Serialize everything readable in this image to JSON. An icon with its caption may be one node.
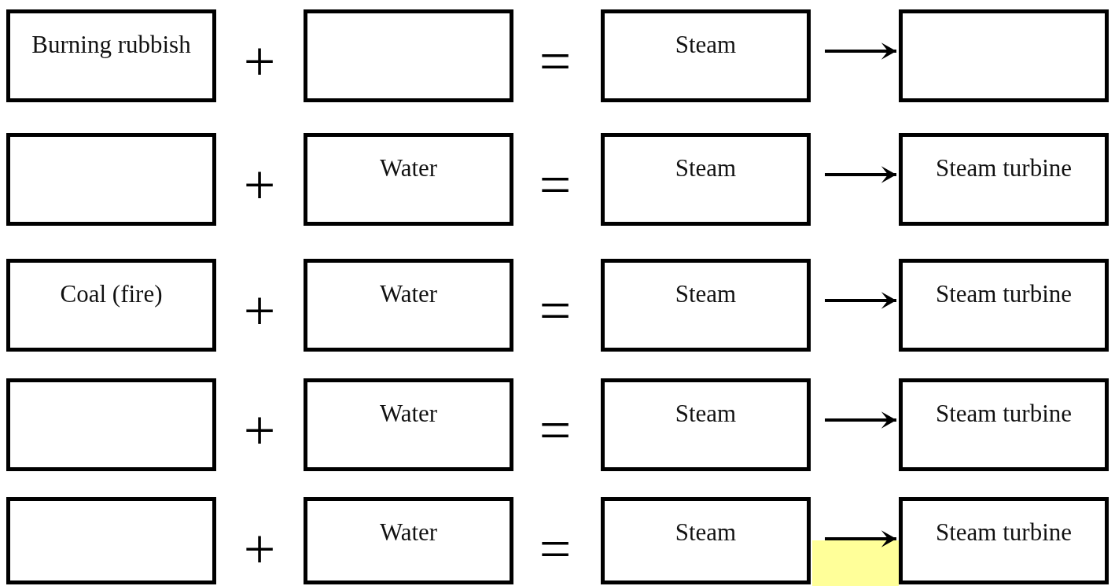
{
  "diagram": {
    "nodes": [
      {
        "text": [
          "Burning rubbish"
        ]
      },
      {
        "text": [],
        "shape": "box"
      },
      {
        "text": [
          "Steam"
        ]
      },
      {
        "text": [],
        "shape": "box"
      },
      {
        "text": [],
        "shape": "box"
      },
      {
        "text": [
          "Water"
        ]
      },
      {
        "text": [
          "Steam"
        ]
      },
      {
        "text": [
          "Steam turbine"
        ]
      },
      {
        "text": [
          "Coal (fire)"
        ]
      },
      {
        "text": [
          "Water"
        ]
      },
      {
        "text": [
          "Steam"
        ]
      },
      {
        "text": [
          "Steam turbine"
        ]
      },
      {
        "text": [],
        "shape": "box"
      },
      {
        "text": [
          "Water"
        ]
      },
      {
        "text": [
          "Steam"
        ]
      },
      {
        "text": [
          "Steam turbine"
        ]
      },
      {
        "text": [],
        "shape": "box"
      },
      {
        "text": [
          "Water"
        ]
      },
      {
        "text": [
          "Steam"
        ]
      },
      {
        "text": [
          "Steam turbine"
        ]
      }
    ],
    "edges": [
      {
        "from": 2,
        "to": 3,
        "arrow": "to"
      },
      {
        "from": 6,
        "to": 7,
        "arrow": "to"
      },
      {
        "from": 10,
        "to": 11,
        "arrow": "to"
      },
      {
        "from": 14,
        "to": 15,
        "arrow": "to"
      },
      {
        "from": 18,
        "to": 19,
        "arrow": "to"
      }
    ],
    "labels": [
      "+",
      "=",
      "+",
      "=",
      "+",
      "=",
      "+",
      "=",
      "+",
      "="
    ]
  }
}
